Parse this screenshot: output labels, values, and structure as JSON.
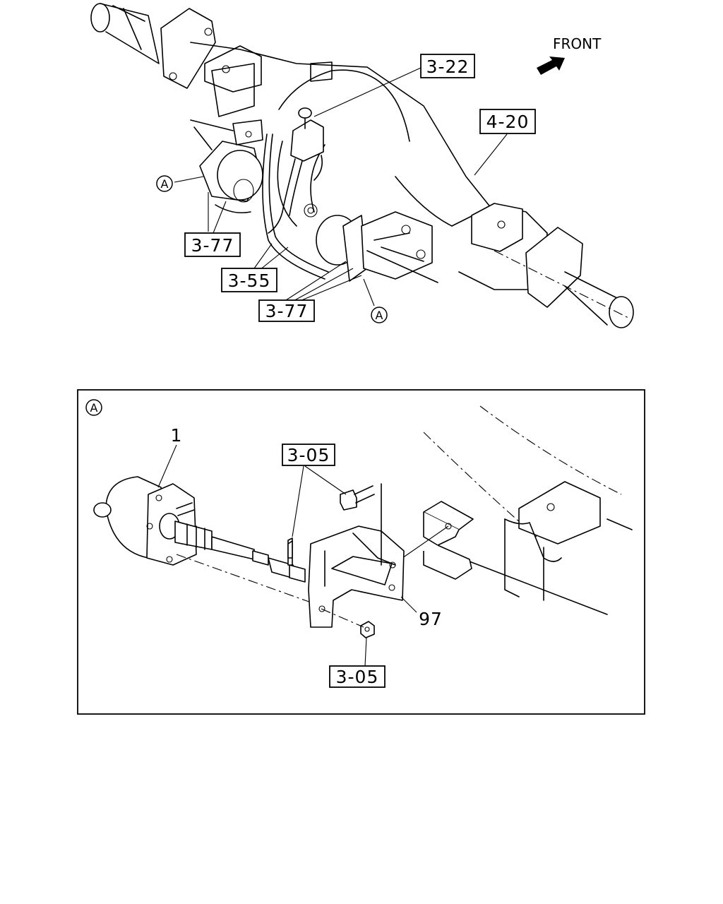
{
  "direction_label": "FRONT",
  "callouts": {
    "c322": "3-22",
    "c420": "4-20",
    "c377_upper": "3-77",
    "c355": "3-55",
    "c377_lower": "3-77",
    "c305_upper": "3-05",
    "c305_lower": "3-05"
  },
  "detail_marker": "A",
  "part_numbers": {
    "chamber": "1",
    "bracket": "97"
  }
}
